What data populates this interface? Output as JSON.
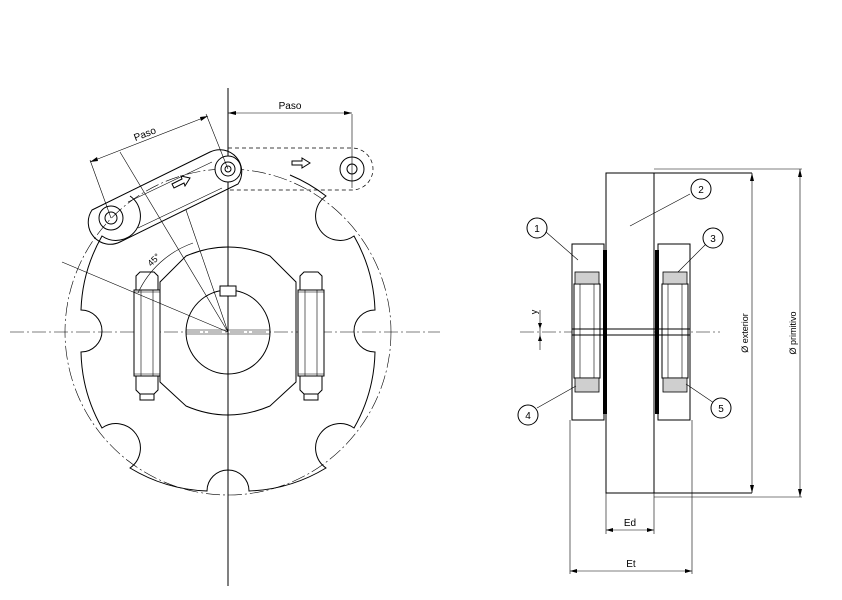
{
  "labels": {
    "paso_side": "Paso",
    "paso_top": "Paso",
    "angle": "45°",
    "y": "y",
    "diam_exterior": "Ø exterior",
    "diam_primitivo": "Ø primitivo",
    "ed": "Ed",
    "et": "Et"
  },
  "balloons": [
    "1",
    "2",
    "3",
    "4",
    "5"
  ]
}
